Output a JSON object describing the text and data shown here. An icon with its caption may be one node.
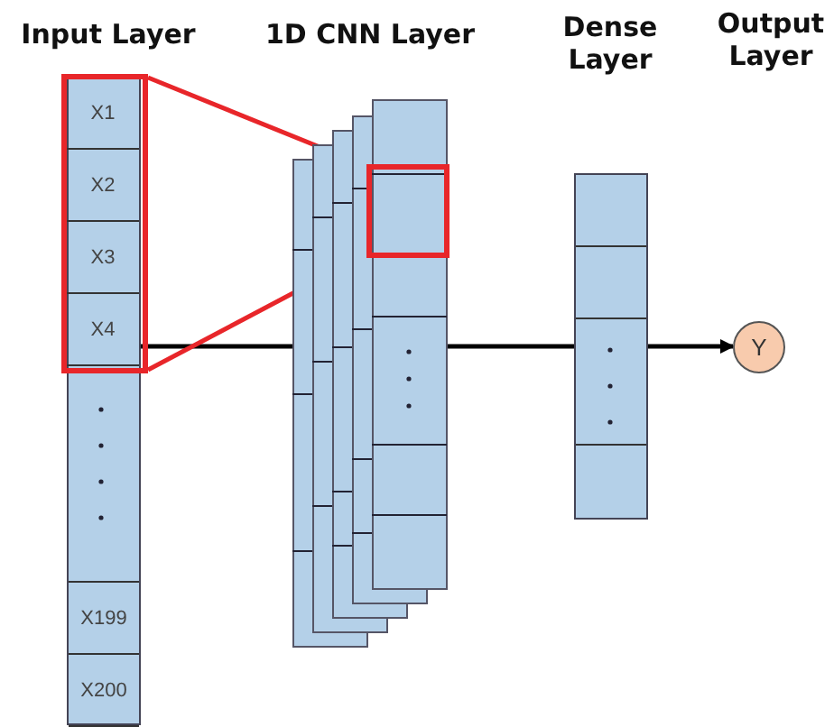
{
  "diagram": {
    "nodes": [
      {
        "text": [
          "Input Layer"
        ]
      },
      {
        "text": [
          "X1"
        ],
        "in": 7
      },
      {
        "text": [
          "X2"
        ],
        "in": 7
      },
      {
        "text": [
          "X3"
        ],
        "in": 7
      },
      {
        "text": [
          "X4"
        ],
        "in": 7
      },
      {
        "text": [
          "X199"
        ],
        "in": 0
      },
      {
        "text": [
          "X200"
        ],
        "in": 0
      },
      {
        "text": [],
        "shape": "box",
        "in": 0
      },
      {
        "text": [
          "1D CNN Layer"
        ]
      },
      {
        "text": [],
        "shape": "box",
        "in": 8
      },
      {
        "text": [
          "Dense Layer"
        ]
      },
      {
        "text": [
          "Y"
        ]
      }
    ],
    "edges": [
      {
        "from": 0,
        "to": 8,
        "arrow": "none"
      },
      {
        "from": 8,
        "to": 10,
        "arrow": "none"
      },
      {
        "from": 10,
        "to": 11,
        "arrow": "to"
      },
      {
        "from": 7,
        "to": 9,
        "arrow": "none",
        "color": "#e8262a"
      },
      {
        "from": 7,
        "to": 9,
        "arrow": "none",
        "color": "#e8262a"
      }
    ],
    "labels": [
      "Output Layer"
    ]
  }
}
